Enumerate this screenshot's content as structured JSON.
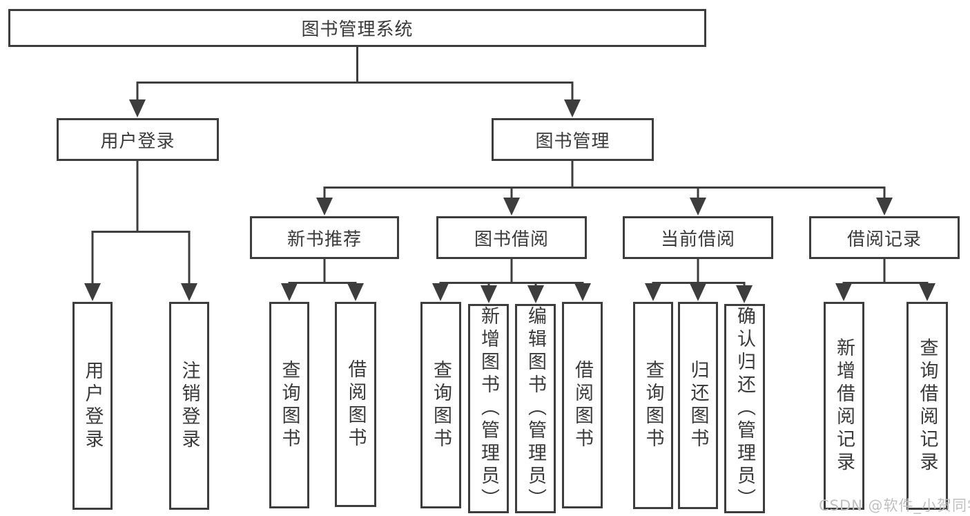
{
  "diagram": {
    "root": {
      "label": "图书管理系统"
    },
    "level2": {
      "user_login": {
        "label": "用户登录"
      },
      "book_management": {
        "label": "图书管理"
      }
    },
    "level3": {
      "new_book_recommend": {
        "label": "新书推荐"
      },
      "book_borrowing": {
        "label": "图书借阅"
      },
      "current_borrowing": {
        "label": "当前借阅"
      },
      "borrowing_records": {
        "label": "借阅记录"
      }
    },
    "leaves": {
      "user_login": {
        "label": "用户登录"
      },
      "logout": {
        "label": "注销登录"
      },
      "recommend_query_books": {
        "label": "查询图书"
      },
      "recommend_borrow_books": {
        "label": "借阅图书"
      },
      "borrowing_query_books": {
        "label": "查询图书"
      },
      "borrowing_add_books": {
        "label": "新增图书（管理员）"
      },
      "borrowing_edit_books": {
        "label": "编辑图书（管理员）"
      },
      "borrowing_borrow_books": {
        "label": "借阅图书"
      },
      "current_query_books": {
        "label": "查询图书"
      },
      "current_return_books": {
        "label": "归还图书"
      },
      "current_confirm_return": {
        "label": "确认归还（管理员）"
      },
      "records_add_record": {
        "label": "新增借阅记录"
      },
      "records_query_record": {
        "label": "查询借阅记录"
      }
    }
  },
  "watermark": {
    "text": "CSDN @软件_小贺同学"
  },
  "colors": {
    "line": "#3d3d3d",
    "box_border": "#3d3d3d",
    "text": "#3a3a3a",
    "background": "#ffffff",
    "watermark": "#bfbfbf"
  }
}
